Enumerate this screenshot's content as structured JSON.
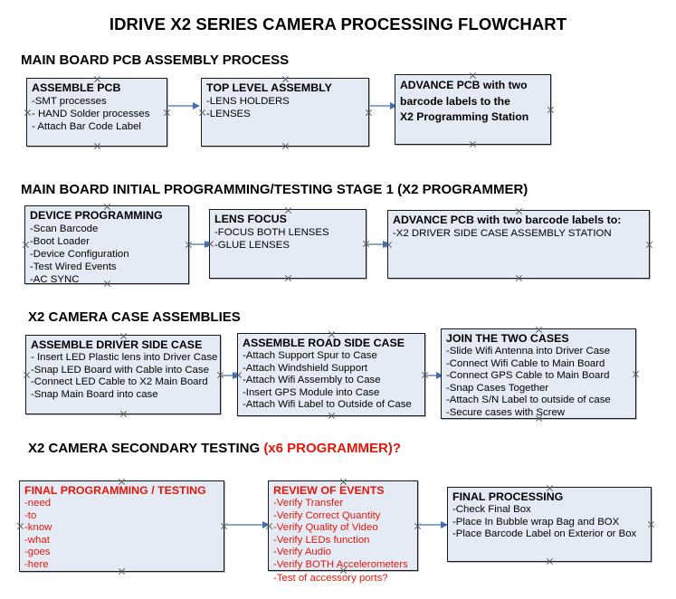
{
  "title": "IDRIVE X2  SERIES CAMERA PROCESSING FLOWCHART",
  "sections": [
    {
      "heading": "MAIN BOARD PCB ASSEMBLY PROCESS",
      "heading_accent": "",
      "nodes": [
        {
          "title": "ASSEMBLE PCB",
          "lines": [
            "-SMT processes",
            "- HAND Solder processes",
            "- Attach Bar Code Label"
          ]
        },
        {
          "title": "TOP LEVEL ASSEMBLY",
          "lines": [
            "-LENS HOLDERS",
            "-LENSES"
          ]
        },
        {
          "title": "ADVANCE PCB with two",
          "lines": [
            "barcode labels to the",
            " X2 Programming Station"
          ]
        }
      ]
    },
    {
      "heading": "MAIN BOARD INITIAL PROGRAMMING/TESTING STAGE 1 (X2 PROGRAMMER)",
      "heading_accent": "",
      "nodes": [
        {
          "title": "DEVICE PROGRAMMING",
          "lines": [
            "-Scan Barcode",
            "-Boot Loader",
            "-Device Configuration",
            "-Test Wired Events",
            "-AC SYNC"
          ]
        },
        {
          "title": "LENS FOCUS",
          "lines": [
            "-FOCUS BOTH LENSES",
            "-GLUE LENSES"
          ]
        },
        {
          "title": "ADVANCE PCB with two barcode labels to:",
          "lines": [
            "-X2 DRIVER  SIDE  CASE  ASSEMBLY STATION"
          ]
        }
      ]
    },
    {
      "heading": "X2 CAMERA CASE ASSEMBLIES",
      "heading_accent": "",
      "nodes": [
        {
          "title": "ASSEMBLE DRIVER SIDE CASE",
          "lines": [
            "- Insert LED Plastic lens into Driver Case",
            "-Snap LED Board with Cable into Case",
            "-Connect LED Cable to X2 Main Board",
            "-Snap Main Board into case"
          ]
        },
        {
          "title": "ASSEMBLE ROAD SIDE CASE",
          "lines": [
            "-Attach Support Spur to Case",
            "-Attach Windshield Support",
            "-Attach Wifi Assembly to Case",
            "-Insert GPS Module into Case",
            "-Attach Wifi Label to Outside of Case"
          ]
        },
        {
          "title": "JOIN THE TWO CASES",
          "lines": [
            "-Slide Wifi Antenna into Driver Case",
            "-Connect Wifi Cable to Main Board",
            "-Connect GPS Cable to Main Board",
            "-Snap Cases Together",
            "-Attach S/N Label to outside of case",
            "-Secure cases with Screw"
          ]
        }
      ]
    },
    {
      "heading": "X2 CAMERA SECONDARY TESTING ",
      "heading_accent": "(x6 PROGRAMMER)?",
      "nodes": [
        {
          "title": "FINAL PROGRAMMING / TESTING",
          "lines": [
            "-need",
            "-to",
            "-know",
            "-what",
            "-goes",
            "-here"
          ]
        },
        {
          "title": "REVIEW OF EVENTS",
          "lines": [
            "-Verify Transfer",
            "-Verify Correct Quantity",
            "-Verify Quality of Video",
            "-Verify LEDs function",
            "-Verify Audio",
            "-Verify BOTH Accelerometers"
          ],
          "overflow_line": "-Test of accessory ports?"
        },
        {
          "title": "FINAL PROCESSING",
          "lines": [
            " -Check Final Box",
            "-Place In Bubble wrap Bag and BOX",
            "-Place Barcode Label on Exterior or Box"
          ]
        }
      ]
    }
  ],
  "colors": {
    "box_fill": "#e4ebf5",
    "box_border": "#1a1a1a",
    "accent_red": "#e3170a",
    "arrow_shaft": "#8ba6c4",
    "arrow_head": "#3f6fb5",
    "text": "#000000"
  }
}
